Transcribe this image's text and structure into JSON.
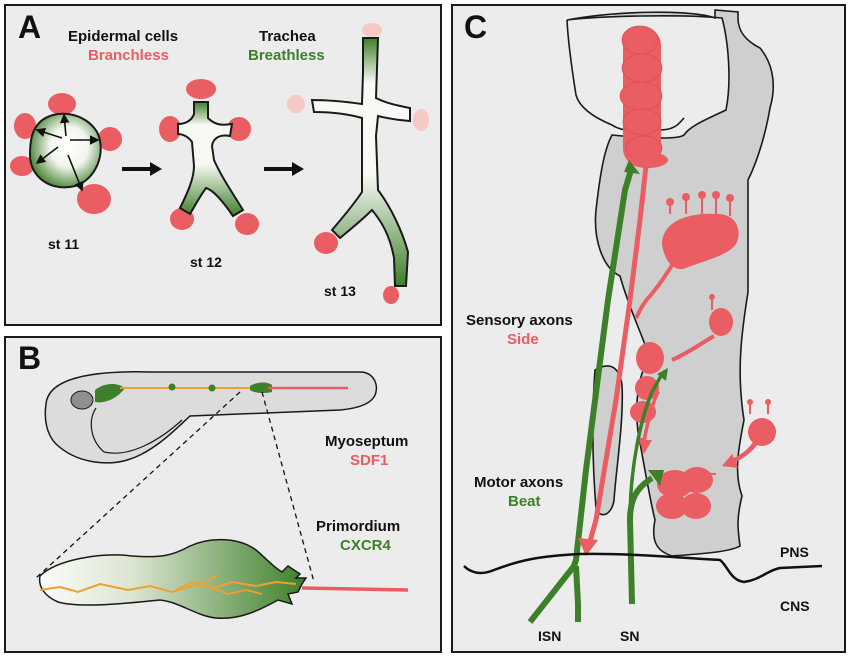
{
  "colors": {
    "red": "#ea5d63",
    "green": "#3e7f29",
    "orange": "#f0a030",
    "gray": "#cfcfcf",
    "light_pink": "#f4c9c6"
  },
  "panelA": {
    "letter": "A",
    "epidermal_label": "Epidermal cells",
    "branchless_label": "Branchless",
    "trachea_label": "Trachea",
    "breathless_label": "Breathless",
    "stages": [
      "st 11",
      "st 12",
      "st 13"
    ]
  },
  "panelB": {
    "letter": "B",
    "myoseptum_label": "Myoseptum",
    "sdf1_label": "SDF1",
    "primordium_label": "Primordium",
    "cxcr4_label": "CXCR4"
  },
  "panelC": {
    "letter": "C",
    "sensory_label": "Sensory axons",
    "side_label": "Side",
    "motor_label": "Motor axons",
    "beat_label": "Beat",
    "pns_label": "PNS",
    "cns_label": "CNS",
    "isn_label": "ISN",
    "sn_label": "SN"
  }
}
